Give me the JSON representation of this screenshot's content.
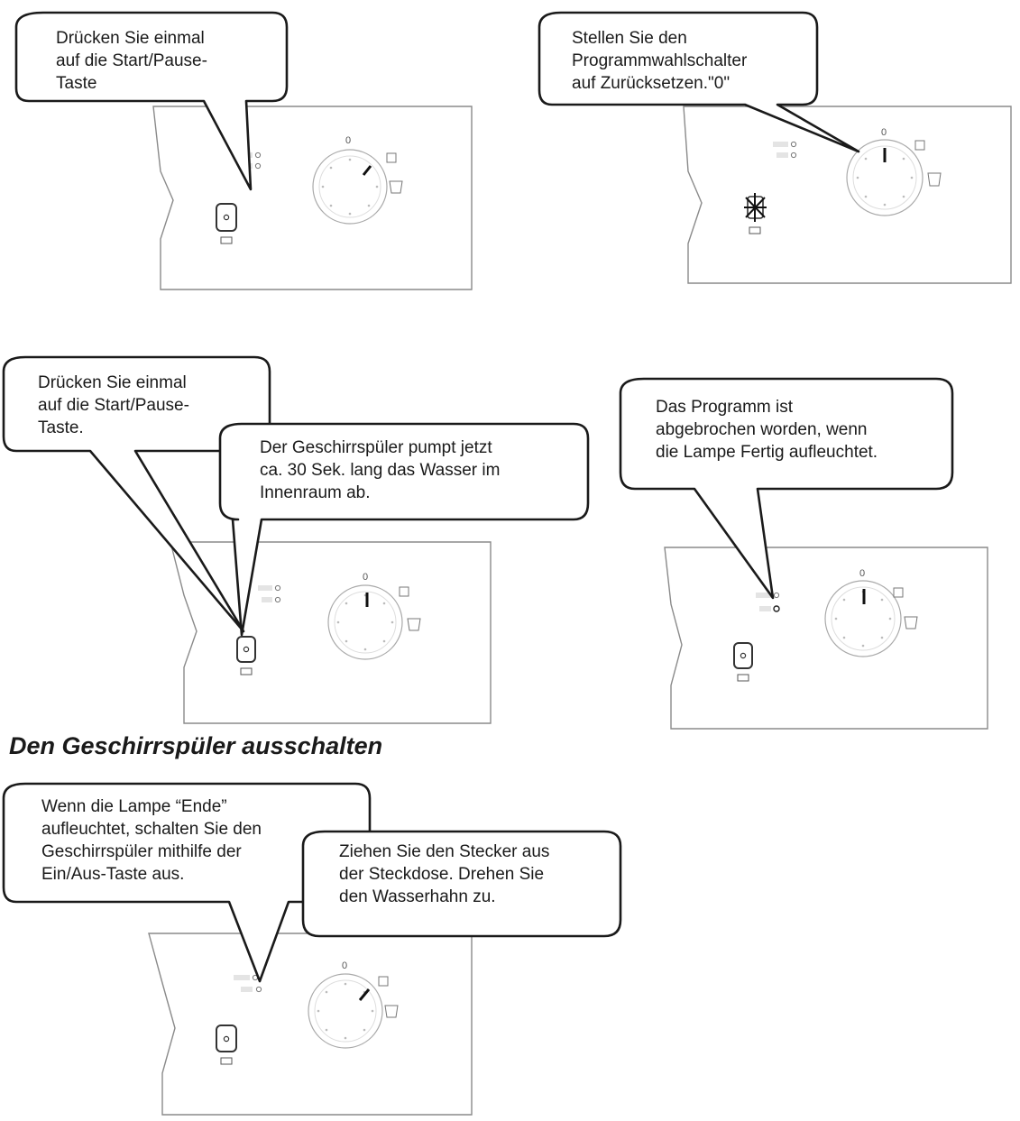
{
  "document": {
    "heading": "Den Geschirrspüler ausschalten"
  },
  "panels": {
    "p1": {
      "callout": "Drücken Sie einmal\nauf die Start/Pause-\nTaste",
      "dial_zero": "0"
    },
    "p2": {
      "callout": "Stellen Sie den\nProgrammwahlschalter\nauf Zurücksetzen.\"0\"",
      "dial_zero": "0"
    },
    "p3": {
      "callout": "Drücken Sie einmal\nauf die Start/Pause-\nTaste.",
      "callout2": "Der Geschirrspüler pumpt jetzt\nca. 30 Sek. lang das Wasser im\nInnenraum ab.",
      "dial_zero": "0"
    },
    "p4": {
      "callout": "Das Programm ist\nabgebrochen worden, wenn\ndie Lampe Fertig aufleuchtet.",
      "dial_zero": "0"
    },
    "p5": {
      "callout": "Wenn die Lampe “Ende”\naufleuchtet, schalten Sie den\nGeschirrspüler mithilfe der\nEin/Aus-Taste aus.",
      "callout2": "Ziehen Sie den Stecker aus\nder Steckdose. Drehen Sie\nden Wasserhahn zu.",
      "dial_zero": "0"
    }
  },
  "colors": {
    "line": "#333333",
    "panel_border": "#8a8a8a",
    "bubble_border": "#1a1a1a"
  }
}
